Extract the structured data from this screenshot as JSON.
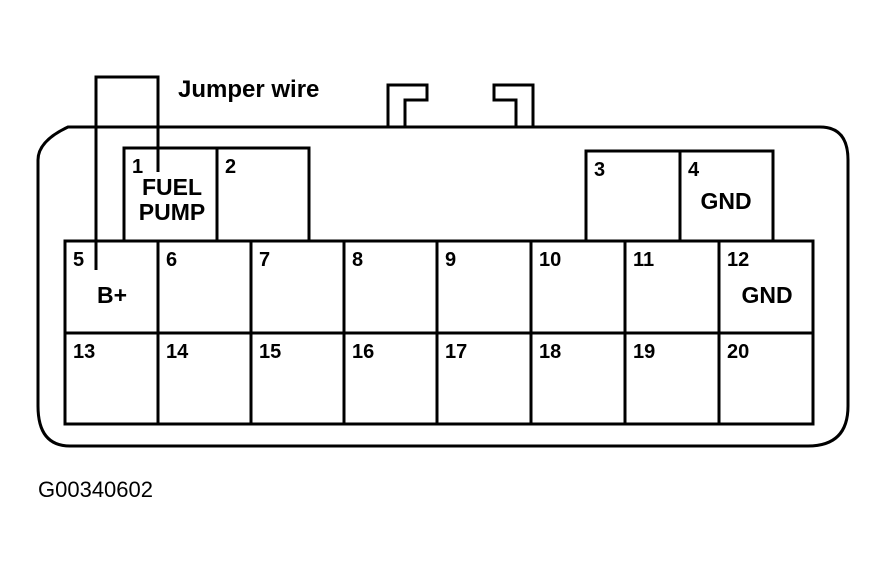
{
  "diagram": {
    "callout_jumper": "Jumper wire",
    "figure_id": "G00340602",
    "pins": [
      {
        "num": "1",
        "label_lines": [
          "FUEL",
          "PUMP"
        ]
      },
      {
        "num": "2",
        "label_lines": []
      },
      {
        "num": "3",
        "label_lines": []
      },
      {
        "num": "4",
        "label_lines": [
          "GND"
        ]
      },
      {
        "num": "5",
        "label_lines": [
          "B+"
        ]
      },
      {
        "num": "6",
        "label_lines": []
      },
      {
        "num": "7",
        "label_lines": []
      },
      {
        "num": "8",
        "label_lines": []
      },
      {
        "num": "9",
        "label_lines": []
      },
      {
        "num": "10",
        "label_lines": []
      },
      {
        "num": "11",
        "label_lines": []
      },
      {
        "num": "12",
        "label_lines": [
          "GND"
        ]
      },
      {
        "num": "13",
        "label_lines": []
      },
      {
        "num": "14",
        "label_lines": []
      },
      {
        "num": "15",
        "label_lines": []
      },
      {
        "num": "16",
        "label_lines": []
      },
      {
        "num": "17",
        "label_lines": []
      },
      {
        "num": "18",
        "label_lines": []
      },
      {
        "num": "19",
        "label_lines": []
      },
      {
        "num": "20",
        "label_lines": []
      }
    ]
  }
}
